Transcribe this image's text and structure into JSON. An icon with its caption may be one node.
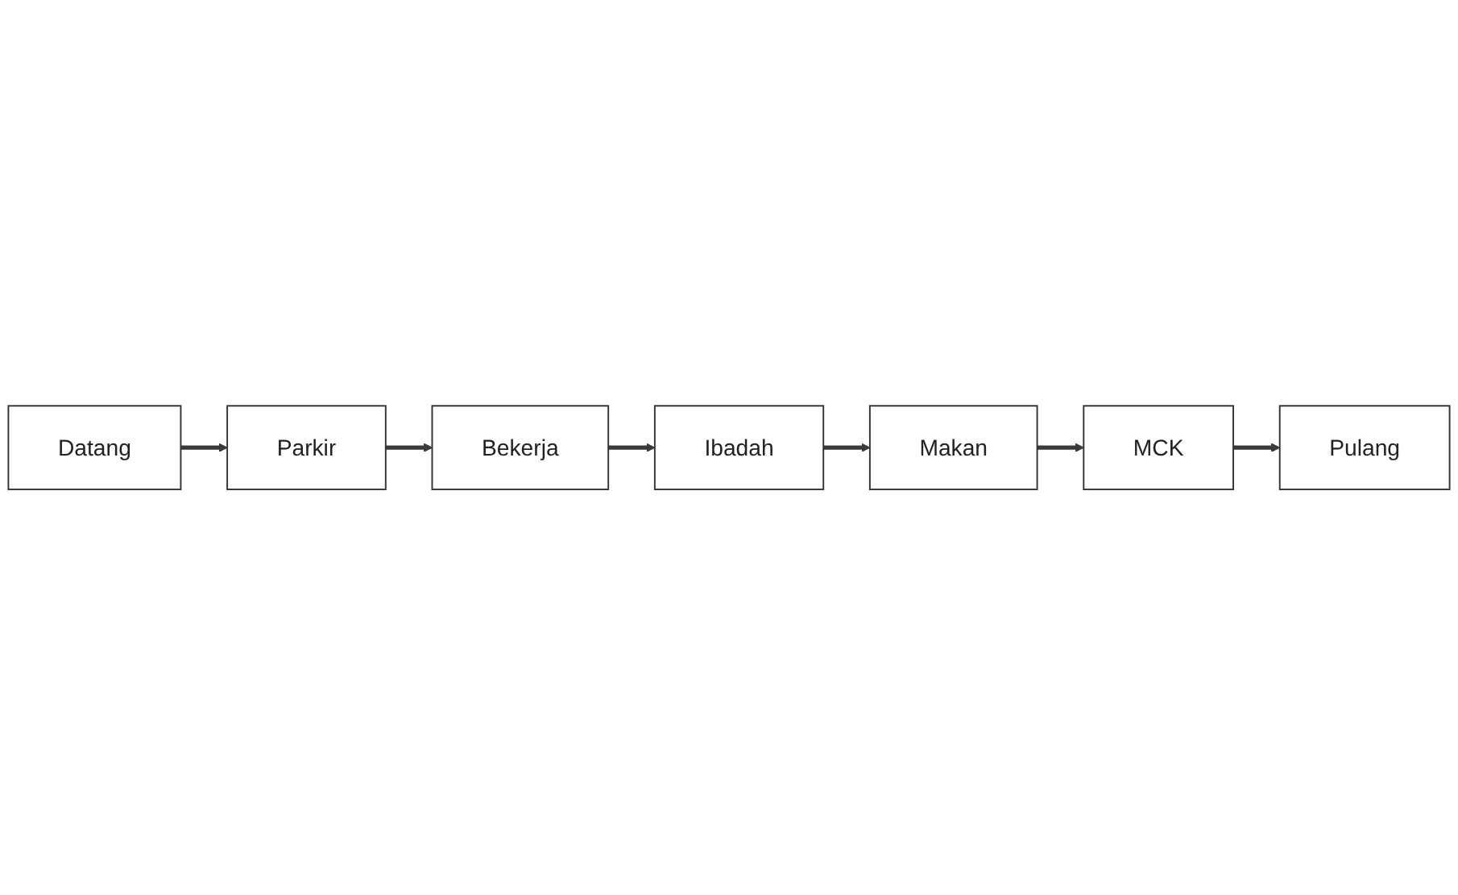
{
  "diagram": {
    "nodes": [
      {
        "text": [
          "Datang"
        ]
      },
      {
        "text": [
          "Parkir"
        ]
      },
      {
        "text": [
          "Bekerja"
        ]
      },
      {
        "text": [
          "Ibadah"
        ]
      },
      {
        "text": [
          "Makan"
        ]
      },
      {
        "text": [
          "MCK"
        ]
      },
      {
        "text": [
          "Pulang"
        ]
      }
    ],
    "edges": [
      {
        "from": 0,
        "to": 1,
        "arrow": "to"
      },
      {
        "from": 1,
        "to": 2,
        "arrow": "to"
      },
      {
        "from": 2,
        "to": 3,
        "arrow": "to"
      },
      {
        "from": 3,
        "to": 4,
        "arrow": "to"
      },
      {
        "from": 4,
        "to": 5,
        "arrow": "to"
      },
      {
        "from": 5,
        "to": 6,
        "arrow": "to"
      }
    ]
  }
}
